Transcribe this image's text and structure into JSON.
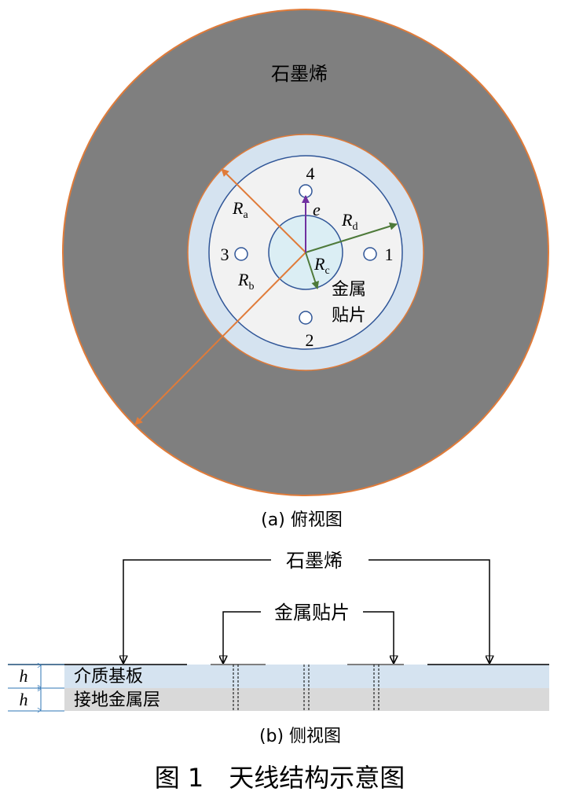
{
  "top_view": {
    "graphene_label": "石墨烯",
    "caption": "(a) 俯视图",
    "ports": [
      "1",
      "2",
      "3",
      "4"
    ],
    "radius_symbols": {
      "ra": {
        "main": "R",
        "sub": "a"
      },
      "rb": {
        "main": "R",
        "sub": "b"
      },
      "rc": {
        "main": "R",
        "sub": "c"
      },
      "rd": {
        "main": "R",
        "sub": "d"
      },
      "e": "e"
    },
    "metal_patch_label_line1": "金属",
    "metal_patch_label_line2": "贴片"
  },
  "side_view": {
    "graphene_label": "石墨烯",
    "metal_patch_label": "金属贴片",
    "substrate_label": "介质基板",
    "ground_label": "接地金属层",
    "thickness_symbol_1": "h",
    "thickness_symbol_2": "h",
    "caption": "(b) 侧视图"
  },
  "figure_caption": "图 1　天线结构示意图",
  "colors": {
    "graphene": "#7f7f7f",
    "graphene_outline": "#e07b39",
    "light_blue_ring": "#d5e3f0",
    "inner_disk": "#f2f2f2",
    "metal_patch": "#dbeef4",
    "ring_outline": "#2f5597",
    "arrow_orange": "#e07b39",
    "arrow_green": "#4e7a3a",
    "arrow_purple": "#7030a0",
    "substrate": "#d5e3f0",
    "ground": "#d9d9d9",
    "dimension_blue": "#2e75b6"
  }
}
